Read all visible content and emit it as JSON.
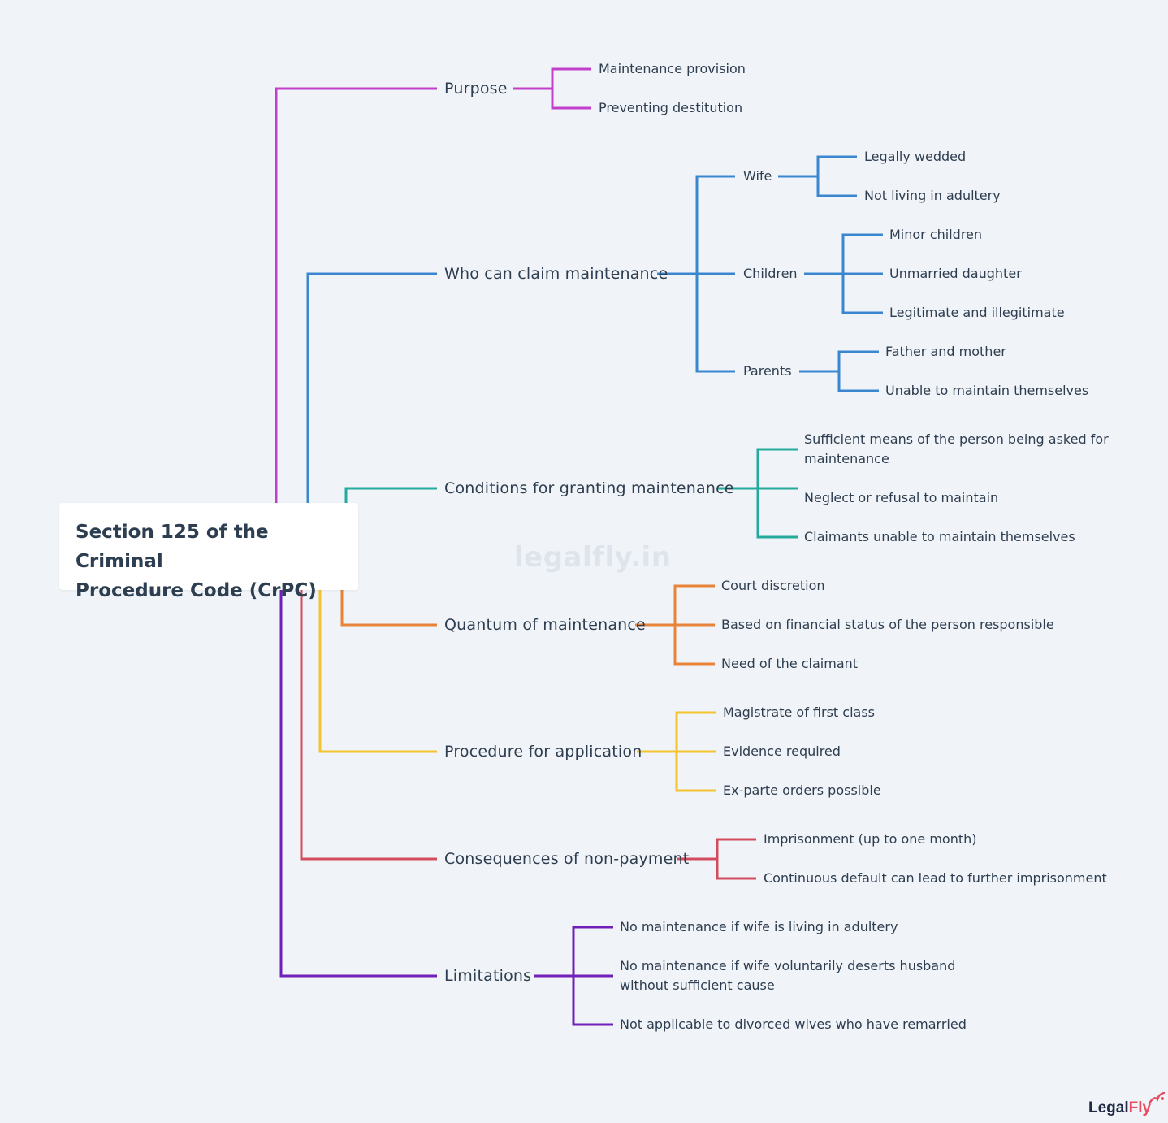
{
  "root": {
    "line1": "Section 125 of the Criminal",
    "line2": "Procedure Code (CrPC)"
  },
  "watermark": "legalfly.in",
  "brand": {
    "part1": "Legal",
    "part2": "Fly"
  },
  "colors": {
    "purpose": "#c23fca",
    "who": "#3b87cf",
    "conditions": "#25aa9c",
    "quantum": "#e8833a",
    "procedure": "#f4c430",
    "consequences": "#d24c5d",
    "limitations": "#7020b8"
  },
  "branches": {
    "purpose": {
      "label": "Purpose",
      "items": [
        "Maintenance provision",
        "Preventing destitution"
      ]
    },
    "who": {
      "label": "Who can claim maintenance",
      "wife": {
        "label": "Wife",
        "items": [
          "Legally wedded",
          "Not living in adultery"
        ]
      },
      "children": {
        "label": "Children",
        "items": [
          "Minor children",
          "Unmarried daughter",
          "Legitimate and illegitimate"
        ]
      },
      "parents": {
        "label": "Parents",
        "items": [
          "Father and mother",
          "Unable to maintain themselves"
        ]
      }
    },
    "conditions": {
      "label": "Conditions for granting maintenance",
      "items": [
        "Sufficient means of the person being asked for maintenance",
        "Neglect or refusal to maintain",
        "Claimants unable to maintain themselves"
      ]
    },
    "quantum": {
      "label": "Quantum of maintenance",
      "items": [
        "Court discretion",
        "Based on financial status of the person responsible",
        "Need of the claimant"
      ]
    },
    "procedure": {
      "label": "Procedure for application",
      "items": [
        "Magistrate of first class",
        "Evidence required",
        "Ex-parte orders possible"
      ]
    },
    "consequences": {
      "label": "Consequences of non-payment",
      "items": [
        "Imprisonment (up to one month)",
        "Continuous default can lead to further imprisonment"
      ]
    },
    "limitations": {
      "label": "Limitations",
      "items": [
        "No maintenance if wife is living in adultery",
        "No maintenance if wife voluntarily deserts husband without sufficient cause",
        "Not applicable to divorced wives who have remarried"
      ]
    }
  }
}
